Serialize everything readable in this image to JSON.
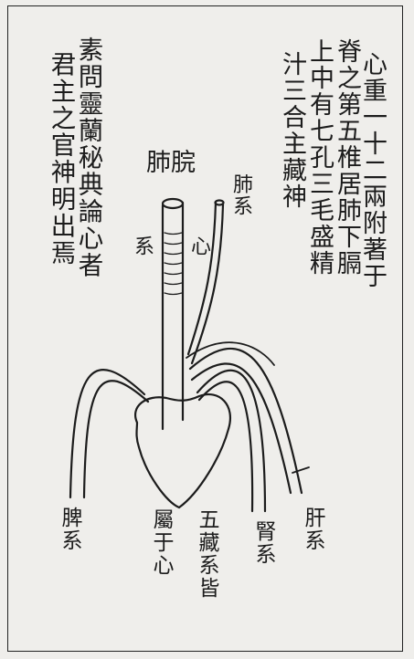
{
  "right_text": {
    "lines": [
      "心重一十二兩附著于",
      "脊之第五椎居肺下膈",
      "上中有七孔三毛盛精",
      "汁三合主藏神"
    ]
  },
  "left_text": {
    "lines": [
      "素問靈蘭秘典論心者",
      "君主之官神明出焉"
    ]
  },
  "diagram_labels": {
    "throat": "肺脘",
    "lung_system": "肺系",
    "heart_system": "系",
    "heart": "心",
    "spleen_system": "脾系",
    "belongs_to_heart": "屬于心",
    "five_organs": "五藏系皆",
    "kidney_system": "腎系",
    "liver_system": "肝系"
  },
  "colors": {
    "ink": "#1c1c1c",
    "paper": "#efeeeb"
  }
}
